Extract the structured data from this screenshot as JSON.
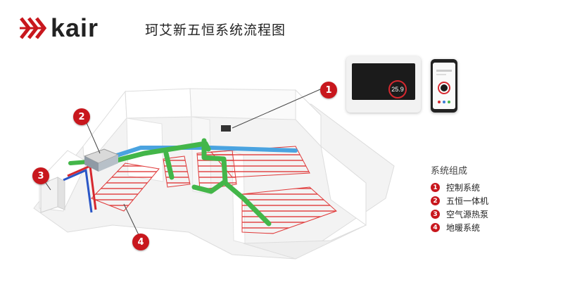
{
  "brand": {
    "name": "kair",
    "mark_color": "#c8171d"
  },
  "title": "珂艾新五恒系统流程图",
  "callouts": [
    "1",
    "2",
    "3",
    "4"
  ],
  "legend": {
    "title": "系统组成",
    "items": [
      {
        "num": "1",
        "label": "控制系统"
      },
      {
        "num": "2",
        "label": "五恒一体机"
      },
      {
        "num": "3",
        "label": "空气源热泵"
      },
      {
        "num": "4",
        "label": "地暖系统"
      }
    ]
  },
  "panel": {
    "temperature": "25.9"
  },
  "colors": {
    "accent": "#c8171d",
    "duct_green": "#43b649",
    "duct_blue": "#4aa3e0",
    "heating_pipe": "#e03a3a"
  }
}
